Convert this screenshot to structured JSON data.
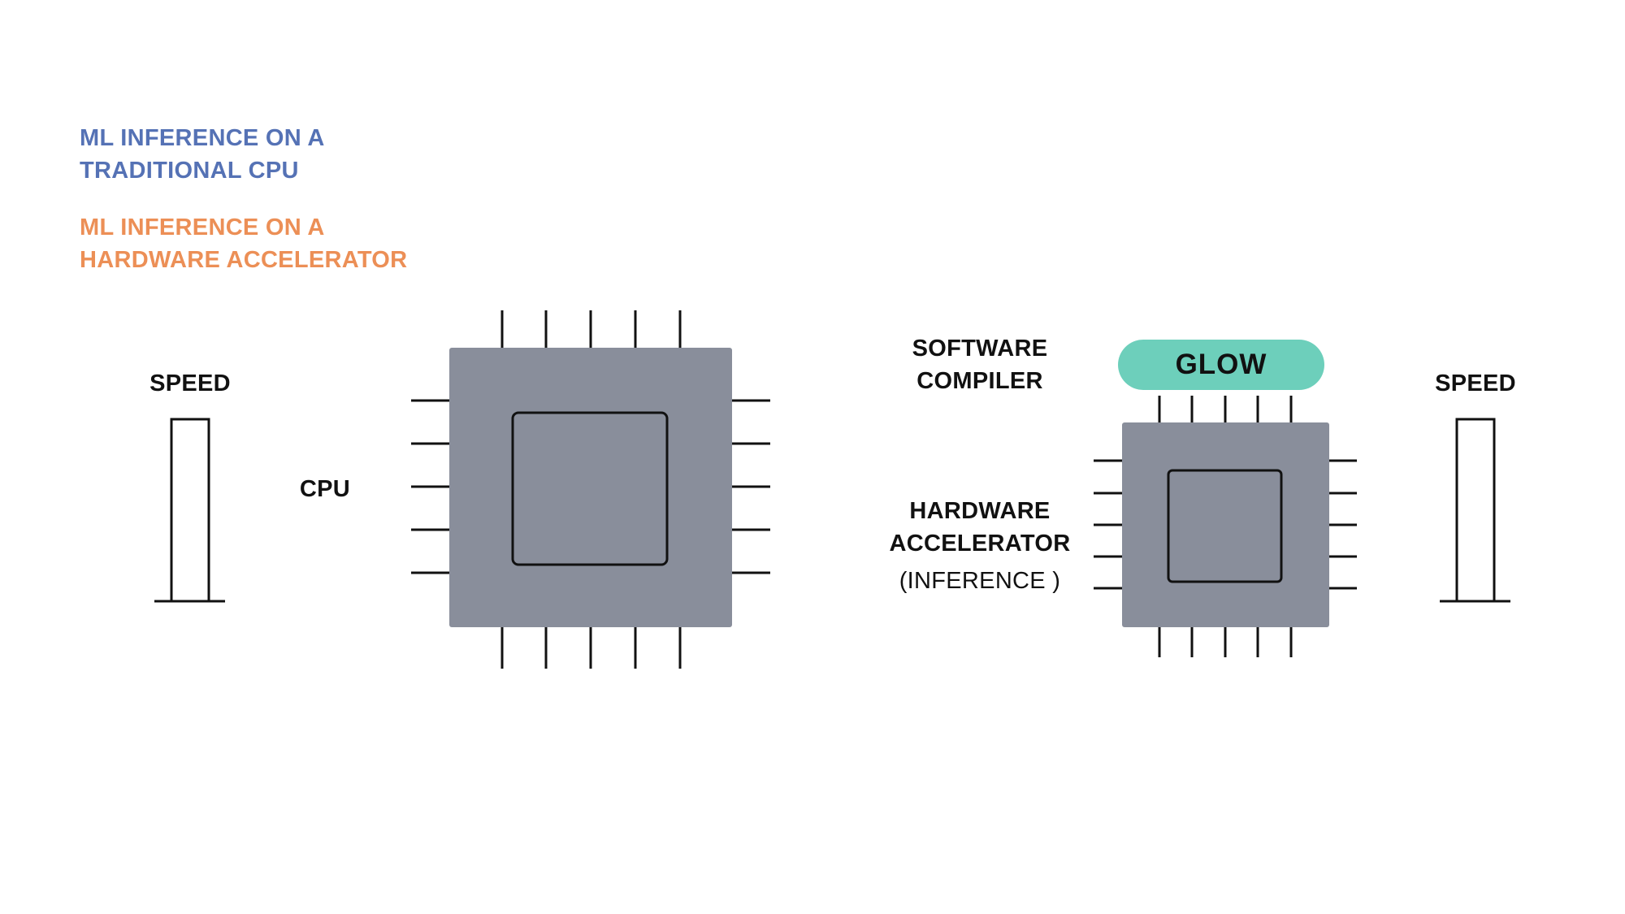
{
  "legend": {
    "cpu_line1": "ML INFERENCE ON A",
    "cpu_line2": "TRADITIONAL CPU",
    "cpu_color": "#5572b5",
    "accel_line1": "ML INFERENCE ON A",
    "accel_line2": "HARDWARE ACCELERATOR",
    "accel_color": "#ec8f56"
  },
  "left": {
    "speed_label": "SPEED",
    "cpu_label": "CPU"
  },
  "right": {
    "compiler_line1": "SOFTWARE",
    "compiler_line2": "COMPILER",
    "glow_label": "GLOW",
    "accel_line1": "HARDWARE",
    "accel_line2": "ACCELERATOR",
    "accel_line3": "(INFERENCE )",
    "speed_label": "SPEED"
  },
  "colors": {
    "chip_fill": "#898e9b",
    "outline": "#111111",
    "glow_fill": "#6dcfbb"
  }
}
